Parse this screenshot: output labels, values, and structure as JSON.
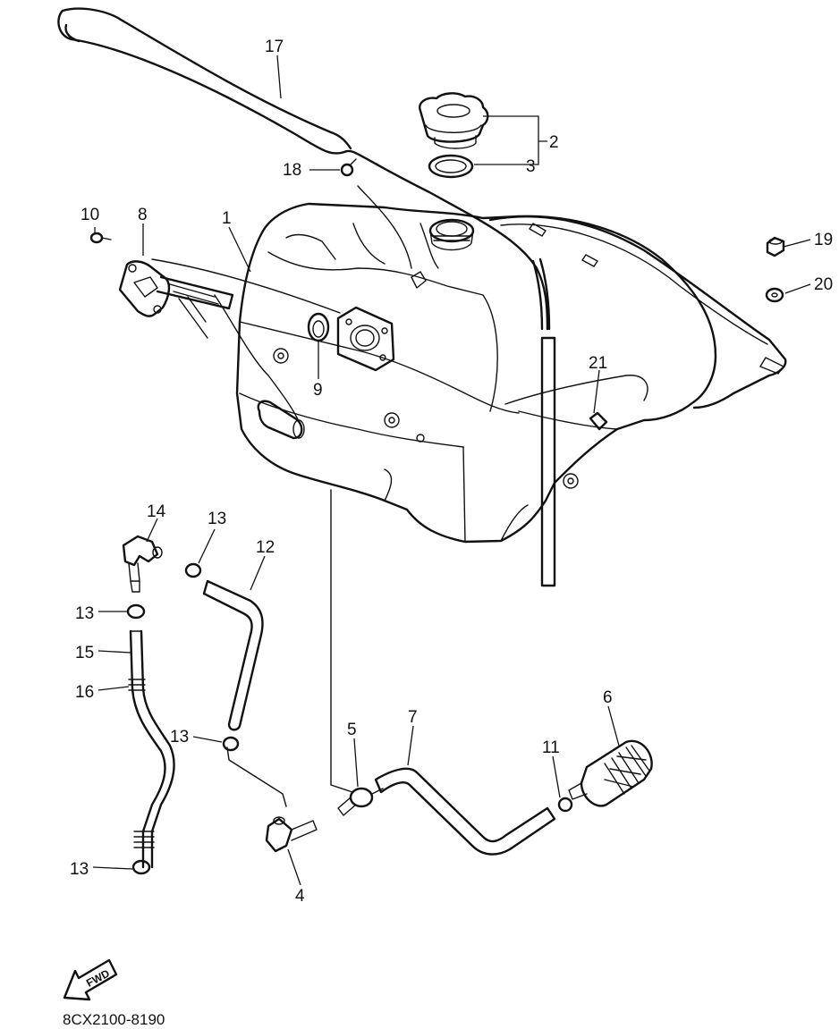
{
  "diagram": {
    "part_code": "8CX2100-8190",
    "fwd_label": "FWD",
    "callouts": {
      "c1": "1",
      "c2": "2",
      "c3": "3",
      "c4": "4",
      "c5": "5",
      "c6": "6",
      "c7": "7",
      "c8": "8",
      "c9": "9",
      "c10": "10",
      "c11": "11",
      "c12": "12",
      "c13a": "13",
      "c13b": "13",
      "c13c": "13",
      "c13d": "13",
      "c14": "14",
      "c15": "15",
      "c16": "16",
      "c17": "17",
      "c18": "18",
      "c19": "19",
      "c20": "20",
      "c21": "21"
    }
  }
}
